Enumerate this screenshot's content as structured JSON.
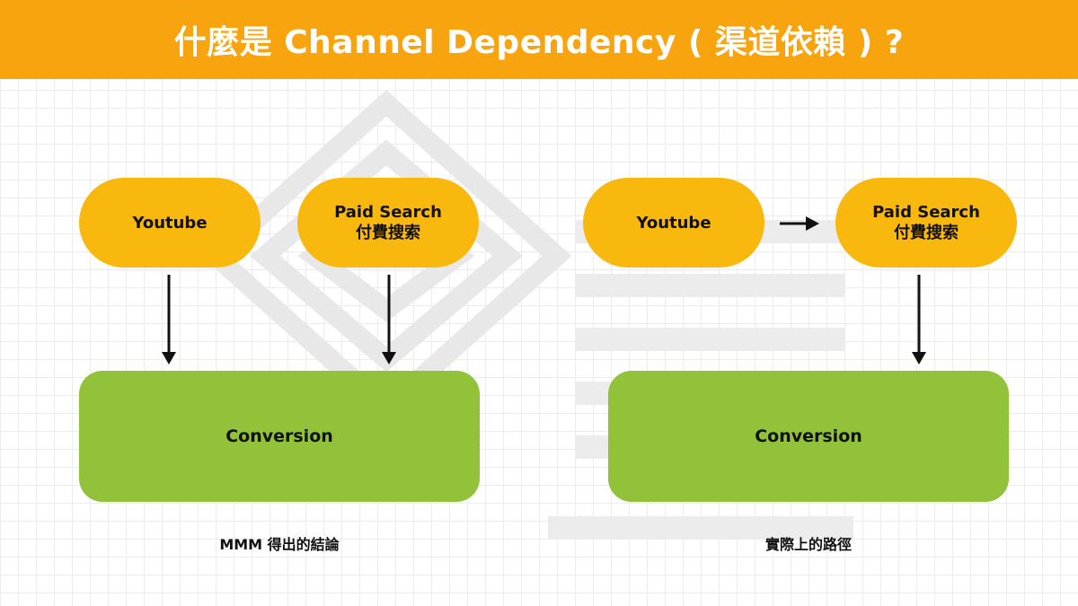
{
  "header": {
    "title": "什麼是 Channel Dependency ( 渠道依賴 ) ?"
  },
  "left_diagram": {
    "youtube_label": "Youtube",
    "paid_search_label": "Paid Search",
    "paid_search_sub": "付費搜索",
    "conversion_label": "Conversion",
    "caption": "MMM 得出的結論"
  },
  "right_diagram": {
    "youtube_label": "Youtube",
    "paid_search_label": "Paid Search",
    "paid_search_sub": "付費搜索",
    "conversion_label": "Conversion",
    "caption": "實際上的路徑"
  },
  "colors": {
    "header_bg": "#f7a40f",
    "channel_node": "#f8b80e",
    "conversion_node": "#92c23a",
    "arrow": "#111111"
  }
}
